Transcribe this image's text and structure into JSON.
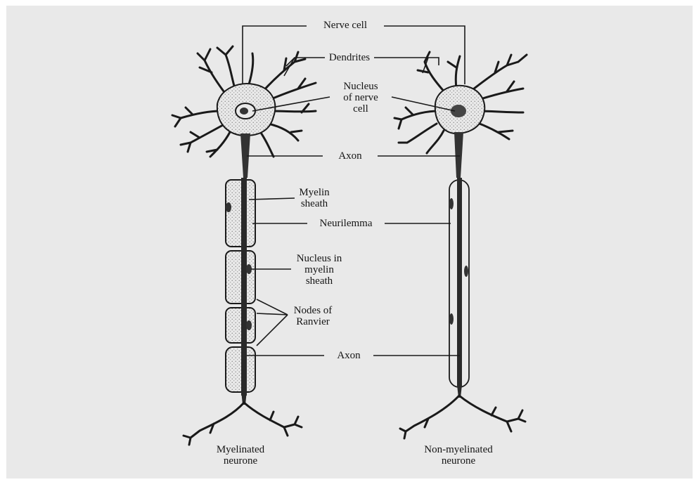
{
  "labels": {
    "nerve_cell": "Nerve cell",
    "dendrites": "Dendrites",
    "nucleus_of_nerve_cell": [
      "Nucleus",
      "of nerve",
      "cell"
    ],
    "axon_top": "Axon",
    "myelin_sheath": [
      "Myelin",
      "sheath"
    ],
    "neurilemma": "Neurilemma",
    "nucleus_in_myelin_sheath": [
      "Nucleus in",
      "myelin",
      "sheath"
    ],
    "nodes_of_ranvier": [
      "Nodes of",
      "Ranvier"
    ],
    "axon_bottom": "Axon",
    "myelinated_neurone": [
      "Myelinated",
      "neurone"
    ],
    "non_myelinated_neurone": [
      "Non-myelinated",
      "neurone"
    ]
  },
  "colors": {
    "background": "#e9e9e9",
    "ink": "#1a1a1a",
    "stipple": "#8a8a8a"
  }
}
